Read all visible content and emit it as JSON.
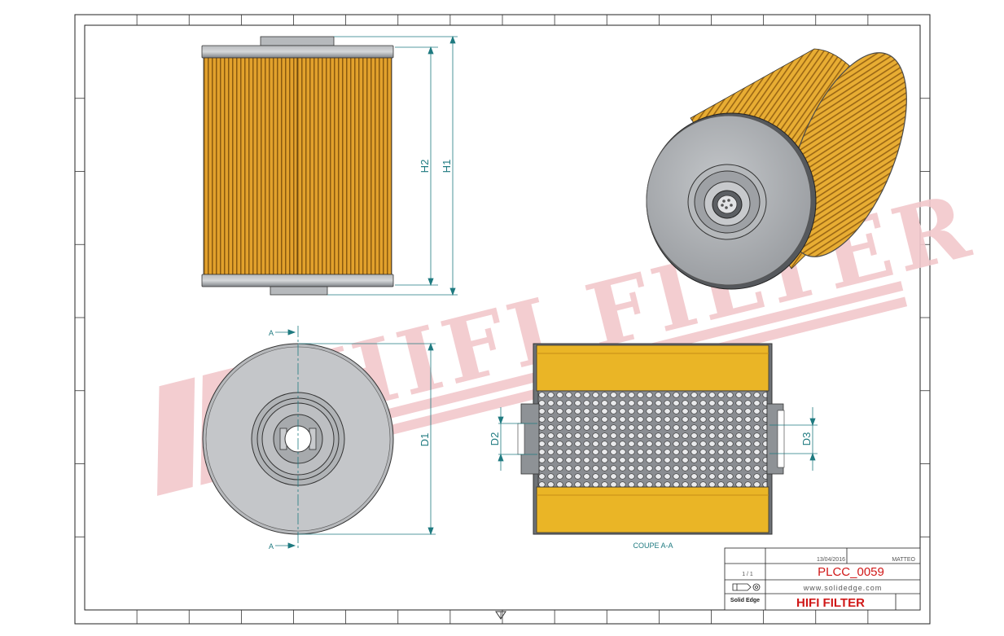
{
  "watermark": {
    "text": "HIFI FILTER",
    "color": "#f2c8cc"
  },
  "views": {
    "section_caption": "COUPE A-A",
    "section_mark": "A"
  },
  "dimensions": {
    "h1": "H1",
    "h2": "H2",
    "d1": "D1",
    "d2": "D2",
    "d3": "D3"
  },
  "title_block": {
    "date": "13/04/2016",
    "author": "MATTEO",
    "scale": "1 / 1",
    "part_number": "PLCC_0059",
    "website": "www.solidedge.com",
    "cad_software": "Solid Edge",
    "company": "HIFI FILTER"
  },
  "colors": {
    "border": "#222222",
    "filter_media": "#e6a52a",
    "section_media": "#eab526",
    "steel": "#8c9196",
    "end_cap": "#a9acaf",
    "dimension_line": "#1f7a80",
    "red_text": "#d01818"
  }
}
